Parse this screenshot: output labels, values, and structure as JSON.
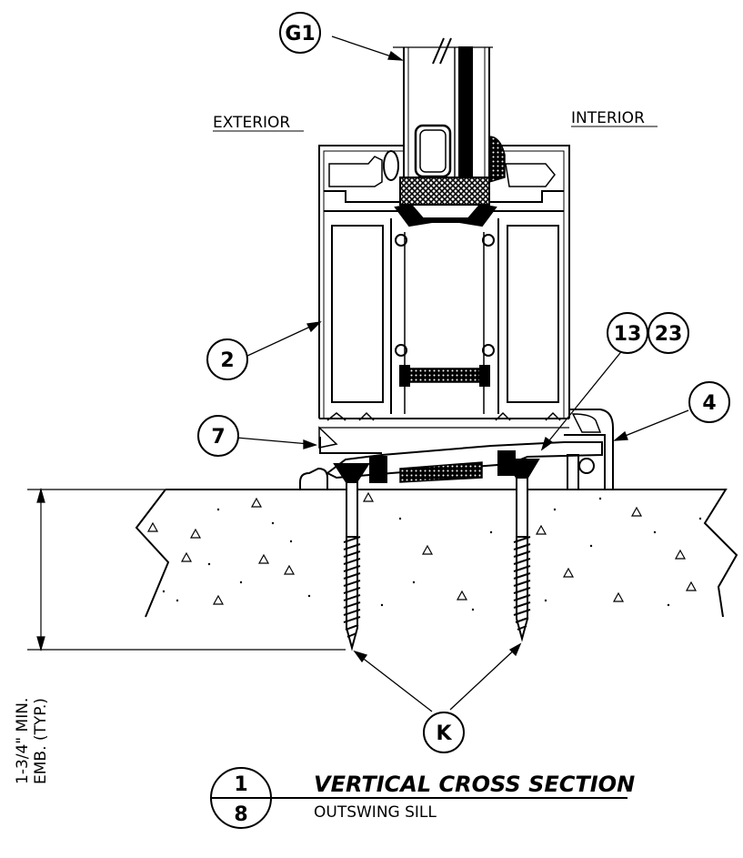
{
  "labels": {
    "exterior": "EXTERIOR",
    "interior": "INTERIOR",
    "glazing_tag": "G1",
    "tag_2": "2",
    "tag_7": "7",
    "tag_13": "13",
    "tag_23": "23",
    "tag_4": "4",
    "tag_k": "K",
    "embed_line1": "1-3/4\" MIN.",
    "embed_line2": "EMB. (TYP.)"
  },
  "title_block": {
    "detail_number": "1",
    "sheet_number": "8",
    "title": "VERTICAL CROSS SECTION",
    "subtitle": "OUTSWING SILL"
  }
}
